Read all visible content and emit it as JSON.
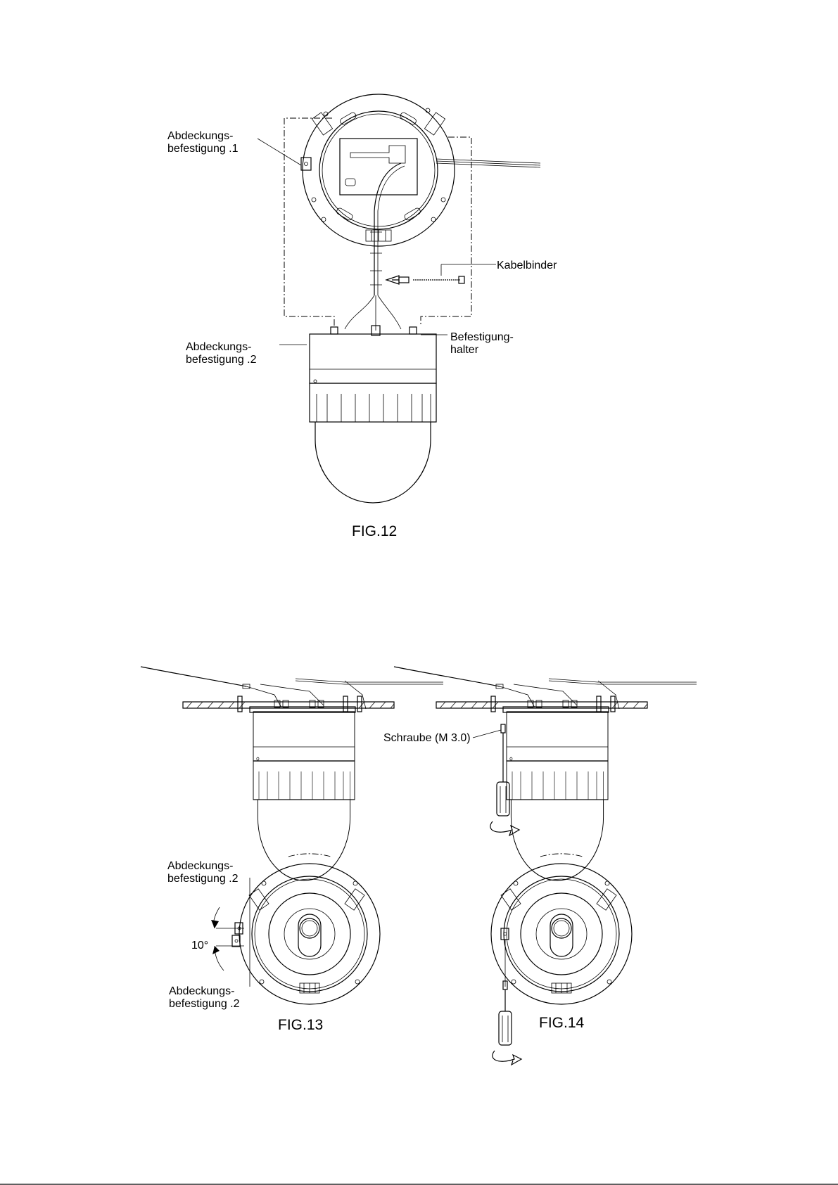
{
  "fig12": {
    "caption": "FIG.12",
    "label_cover_fix_1_line1": "Abdeckungs-",
    "label_cover_fix_1_line2": "befestigung .1",
    "label_cable_tie": "Kabelbinder",
    "label_cover_fix_2_line1": "Abdeckungs-",
    "label_cover_fix_2_line2": "befestigung .2",
    "label_holder_line1": "Befestigung-",
    "label_holder_line2": "halter"
  },
  "fig13": {
    "caption": "FIG.13",
    "label_cover_fix_top_line1": "Abdeckungs-",
    "label_cover_fix_top_line2": "befestigung .2",
    "label_angle": "10°",
    "label_cover_fix_bottom_line1": "Abdeckungs-",
    "label_cover_fix_bottom_line2": "befestigung .2"
  },
  "fig14": {
    "caption": "FIG.14",
    "label_screw": "Schraube (M 3.0)"
  }
}
